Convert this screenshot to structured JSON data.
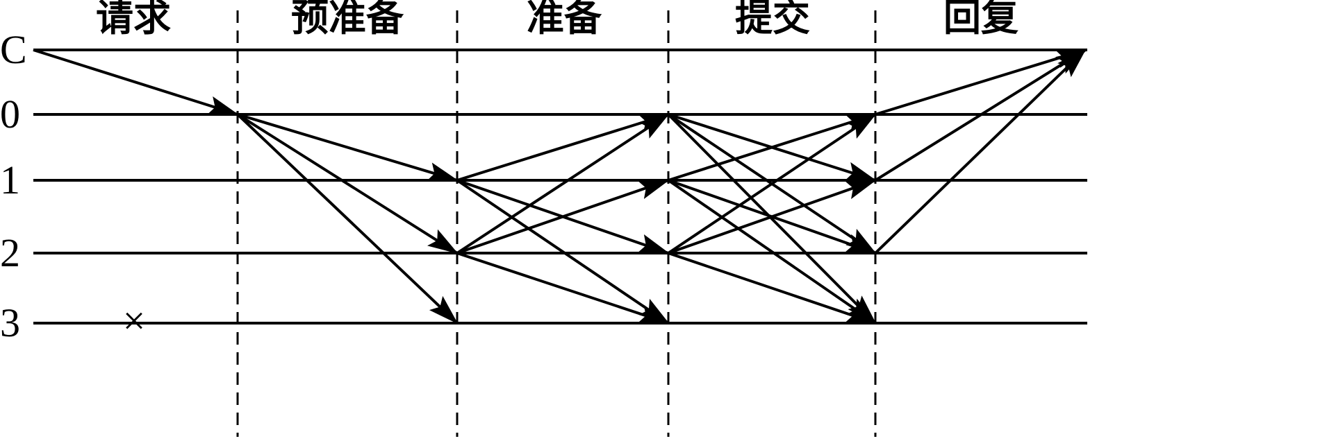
{
  "phases": [
    "请求",
    "预准备",
    "准备",
    "提交",
    "回复"
  ],
  "nodes": [
    "C",
    "0",
    "1",
    "2",
    "3"
  ],
  "failed_node": "3",
  "failure_mark": "×",
  "messages": [
    {
      "phase": "请求",
      "from": "C",
      "to": [
        "0"
      ]
    },
    {
      "phase": "预准备",
      "from": "0",
      "to": [
        "1",
        "2",
        "3"
      ]
    },
    {
      "phase": "准备",
      "from": "1",
      "to": [
        "0",
        "2",
        "3"
      ]
    },
    {
      "phase": "准备",
      "from": "2",
      "to": [
        "0",
        "1",
        "3"
      ]
    },
    {
      "phase": "提交",
      "from": "0",
      "to": [
        "1",
        "2",
        "3"
      ]
    },
    {
      "phase": "提交",
      "from": "1",
      "to": [
        "0",
        "2",
        "3"
      ]
    },
    {
      "phase": "提交",
      "from": "2",
      "to": [
        "0",
        "1",
        "3"
      ]
    },
    {
      "phase": "回复",
      "from": "0",
      "to": [
        "C"
      ]
    },
    {
      "phase": "回复",
      "from": "1",
      "to": [
        "C"
      ]
    },
    {
      "phase": "回复",
      "from": "2",
      "to": [
        "C"
      ]
    }
  ]
}
